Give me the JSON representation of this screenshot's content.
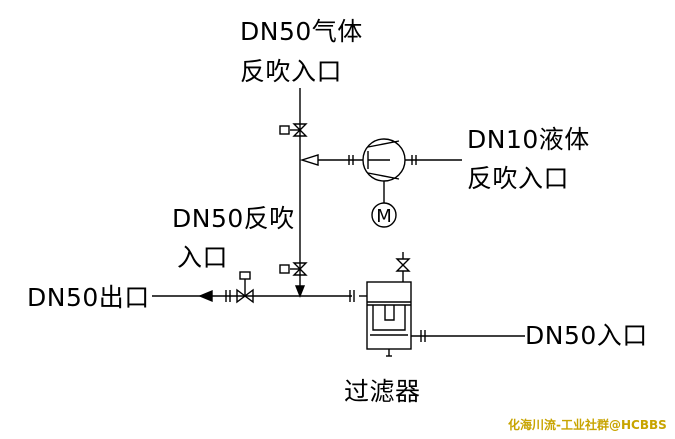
{
  "labels": {
    "gas_inlet_line1": "DN50气体",
    "gas_inlet_line2": "反吹入口",
    "liquid_inlet_line1": "DN10液体",
    "liquid_inlet_line2": "反吹入口",
    "backflush_inlet_line1": "DN50反吹",
    "backflush_inlet_line2": "入口",
    "outlet": "DN50出口",
    "inlet": "DN50入口",
    "filter": "过滤器",
    "motor_symbol": "M"
  },
  "watermark": "化海川流-工业社群@HCBBS",
  "colors": {
    "line": "#000000",
    "watermark": "#c8a400"
  }
}
